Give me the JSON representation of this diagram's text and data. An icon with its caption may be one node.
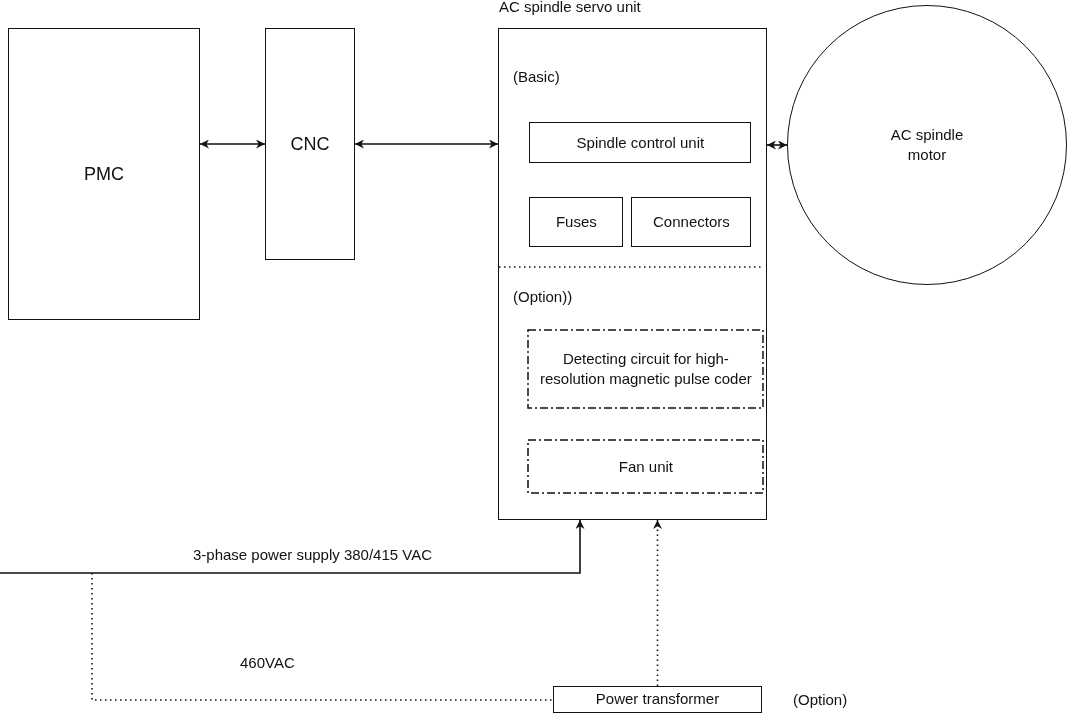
{
  "diagram": {
    "nodes": [
      {
        "text": [
          "PMC"
        ]
      },
      {
        "text": [
          "CNC"
        ]
      },
      {
        "text": [
          "AC spindle servo unit",
          "(Basic)",
          "(Option))"
        ]
      },
      {
        "text": [
          "Spindle control unit"
        ],
        "in": 2
      },
      {
        "text": [
          "Fuses"
        ],
        "in": 2
      },
      {
        "text": [
          "Connectors"
        ],
        "in": 2
      },
      {
        "text": [
          "Detecting circuit for high-resolution magnetic pulse coder"
        ],
        "in": 2
      },
      {
        "text": [
          "Fan unit"
        ],
        "in": 2
      },
      {
        "text": [
          "AC spindle motor"
        ]
      },
      {
        "text": [
          "Power transformer"
        ],
        "beside": [
          "(Option)"
        ]
      }
    ],
    "edges": [
      {
        "from": 0,
        "to": 1,
        "arrow": "both"
      },
      {
        "from": 1,
        "to": 2,
        "arrow": "both"
      },
      {
        "from": 2,
        "to": 8,
        "arrow": "both"
      },
      {
        "from": null,
        "to": 2,
        "arrow": "to",
        "label": "3-phase power supply 380/415 VAC"
      },
      {
        "from": null,
        "to": 9,
        "arrow": "none",
        "label": "460VAC",
        "style": "dashed"
      },
      {
        "from": 9,
        "to": 2,
        "arrow": "to",
        "style": "dashed"
      }
    ]
  }
}
